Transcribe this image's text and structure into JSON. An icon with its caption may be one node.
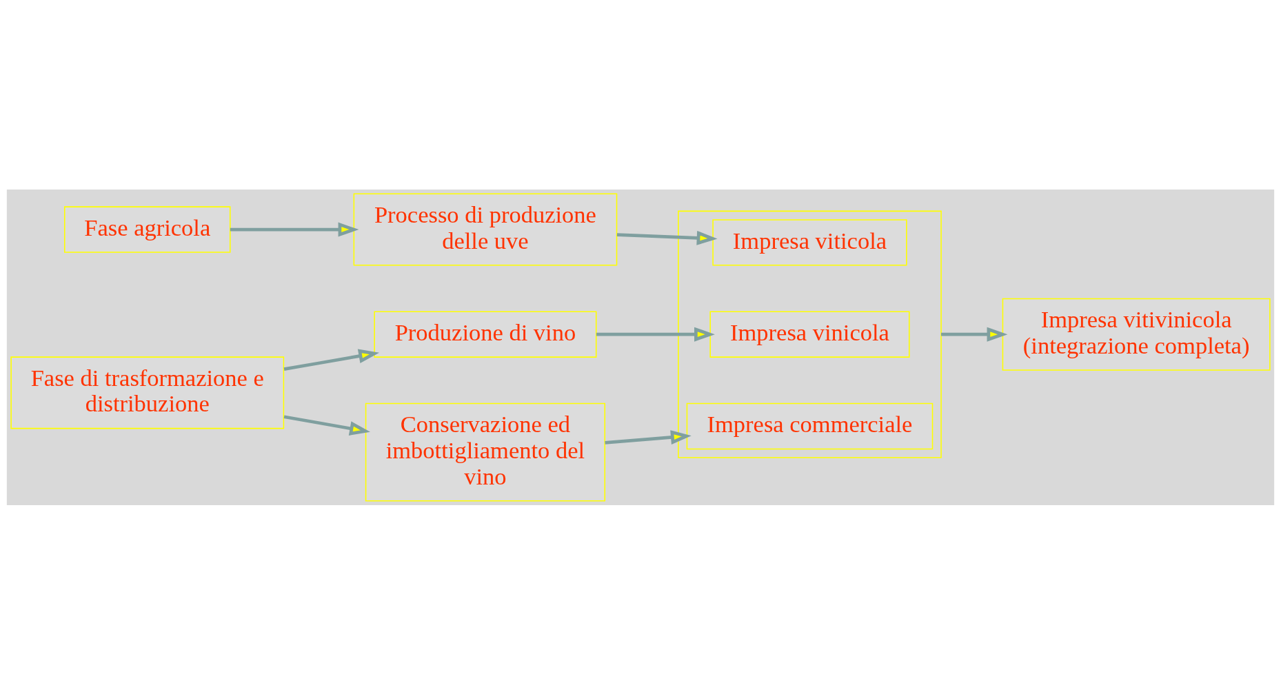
{
  "diagram": {
    "nodes": [
      {
        "text": [
          "Fase agricola"
        ]
      },
      {
        "text": [
          "Fase di trasformazione e distribuzione"
        ]
      },
      {
        "text": [
          "Processo di produzione delle uve"
        ]
      },
      {
        "text": [
          "Produzione di vino"
        ]
      },
      {
        "text": [
          "Conservazione ed imbottigliamento del vino"
        ]
      },
      {
        "text": [],
        "shape": "box"
      },
      {
        "text": [
          "Impresa viticola"
        ],
        "in": 5
      },
      {
        "text": [
          "Impresa vinicola"
        ],
        "in": 5
      },
      {
        "text": [
          "Impresa commerciale"
        ],
        "in": 5
      },
      {
        "text": [
          "Impresa vitivinicola (integrazione completa)"
        ]
      }
    ],
    "edges": [
      {
        "from": 0,
        "to": 2,
        "arrow": "to"
      },
      {
        "from": 1,
        "to": 3,
        "arrow": "to"
      },
      {
        "from": 1,
        "to": 4,
        "arrow": "to"
      },
      {
        "from": 2,
        "to": 6,
        "arrow": "to"
      },
      {
        "from": 3,
        "to": 7,
        "arrow": "to"
      },
      {
        "from": 4,
        "to": 8,
        "arrow": "to"
      },
      {
        "from": 5,
        "to": 9,
        "arrow": "to"
      }
    ]
  }
}
